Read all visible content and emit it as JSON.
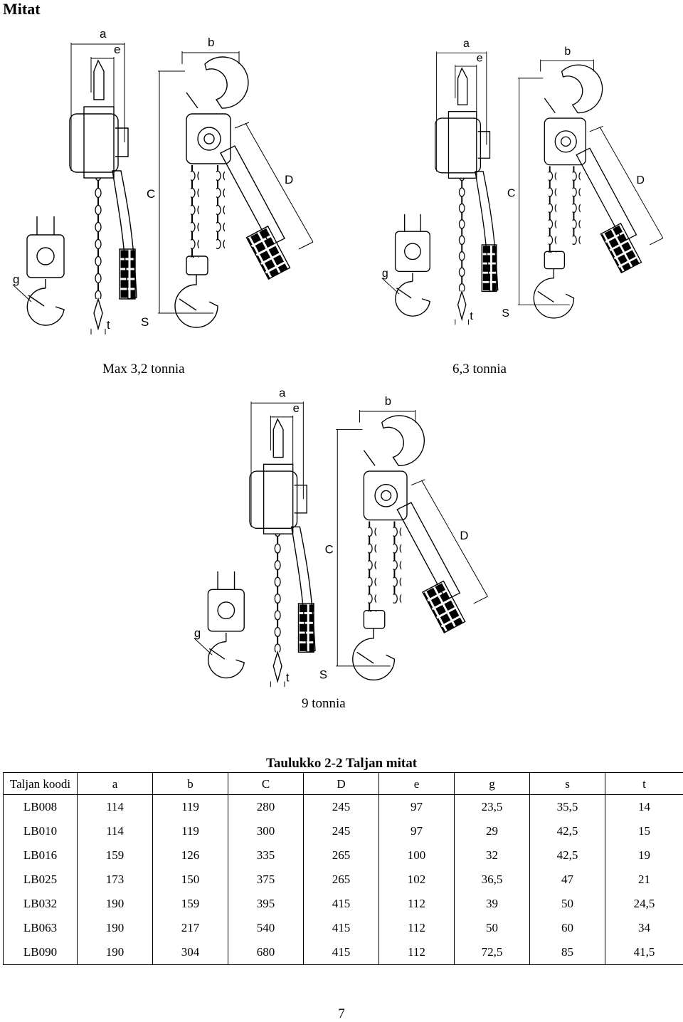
{
  "page": {
    "heading": "Mitat",
    "page_number": "7"
  },
  "figures": {
    "dimension_letters": {
      "a": "a",
      "b": "b",
      "e": "e",
      "C": "C",
      "D": "D",
      "g": "g",
      "S": "S",
      "t": "t"
    },
    "captions": {
      "max_3_2": "Max 3,2 tonnia",
      "t_6_3": "6,3 tonnia",
      "t_9": "9 tonnia"
    }
  },
  "table": {
    "title": "Taulukko 2-2 Taljan mitat",
    "header": {
      "code": "Taljan koodi",
      "columns": [
        "a",
        "b",
        "C",
        "D",
        "e",
        "g",
        "s",
        "t"
      ]
    },
    "rows": [
      [
        "LB008",
        "114",
        "119",
        "280",
        "245",
        "97",
        "23,5",
        "35,5",
        "14"
      ],
      [
        "LB010",
        "114",
        "119",
        "300",
        "245",
        "97",
        "29",
        "42,5",
        "15"
      ],
      [
        "LB016",
        "159",
        "126",
        "335",
        "265",
        "100",
        "32",
        "42,5",
        "19"
      ],
      [
        "LB025",
        "173",
        "150",
        "375",
        "265",
        "102",
        "36,5",
        "47",
        "21"
      ],
      [
        "LB032",
        "190",
        "159",
        "395",
        "415",
        "112",
        "39",
        "50",
        "24,5"
      ],
      [
        "LB063",
        "190",
        "217",
        "540",
        "415",
        "112",
        "50",
        "60",
        "34"
      ],
      [
        "LB090",
        "190",
        "304",
        "680",
        "415",
        "112",
        "72,5",
        "85",
        "41,5"
      ]
    ]
  }
}
